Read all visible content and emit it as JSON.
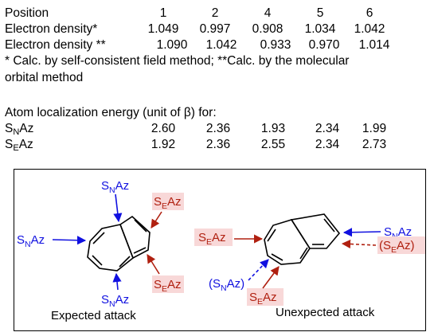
{
  "table": {
    "header_label": "Position",
    "positions": [
      "1",
      "2",
      "4",
      "5",
      "6"
    ],
    "rows": [
      {
        "label": "Electron density*",
        "values": [
          "1.049",
          "0.997",
          "0.908",
          "1.034",
          "1.042"
        ]
      },
      {
        "label": "Electron density **",
        "values": [
          "1.090",
          "1.042",
          "0.933",
          "0.970",
          "1.014"
        ]
      }
    ],
    "footnote_line1": "* Calc. by self-consistent field method; **Calc. by the molecular",
    "footnote_line2": "orbital method"
  },
  "energy": {
    "title": "Atom localization energy (unit of β) for:",
    "rows": [
      {
        "label_main": "S",
        "label_sub": "N",
        "label_end": "Az",
        "values": [
          "2.60",
          "2.36",
          "1.93",
          "2.34",
          "1.99"
        ]
      },
      {
        "label_main": "S",
        "label_sub": "E",
        "label_end": "Az",
        "values": [
          "1.92",
          "2.36",
          "2.55",
          "2.34",
          "2.73"
        ]
      }
    ]
  },
  "figure": {
    "left_caption": "Expected attack",
    "right_caption": "Unexpected attack",
    "reagent_sn": {
      "main": "S",
      "sub": "N",
      "end": "Az"
    },
    "reagent_se": {
      "main": "S",
      "sub": "E",
      "end": "Az"
    },
    "colors": {
      "nucleophile": "#1010e0",
      "electrophile": "#b02010",
      "highlight": "#f8d8d8"
    }
  }
}
